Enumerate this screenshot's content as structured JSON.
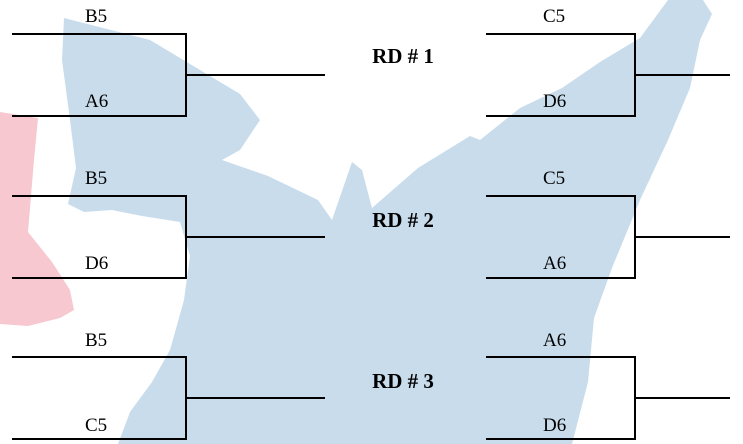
{
  "rounds": [
    {
      "label": "RD # 1",
      "left": {
        "top_team": "B5",
        "bottom_team": "A6"
      },
      "right": {
        "top_team": "C5",
        "bottom_team": "D6"
      }
    },
    {
      "label": "RD # 2",
      "left": {
        "top_team": "B5",
        "bottom_team": "D6"
      },
      "right": {
        "top_team": "C5",
        "bottom_team": "A6"
      }
    },
    {
      "label": "RD # 3",
      "left": {
        "top_team": "B5",
        "bottom_team": "C5"
      },
      "right": {
        "top_team": "A6",
        "bottom_team": "D6"
      }
    }
  ],
  "colors": {
    "watermark_blue": "#c8dcec",
    "watermark_red": "#f7c8d0",
    "line": "#000000"
  }
}
